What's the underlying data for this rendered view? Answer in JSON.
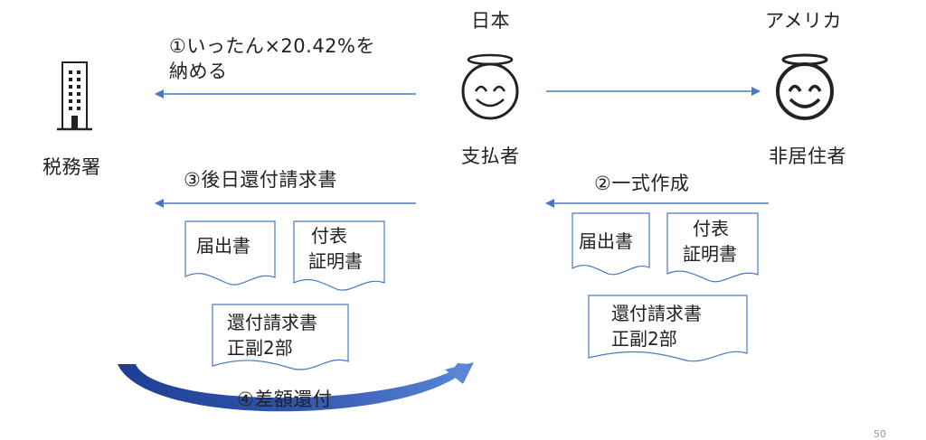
{
  "actors": {
    "tax_office": {
      "label": "税務署"
    },
    "payer": {
      "country": "日本",
      "label": "支払者"
    },
    "nonresident": {
      "country": "アメリカ",
      "label": "非居住者"
    }
  },
  "flows": {
    "step1": {
      "line1": "①いったん×20.42%を",
      "line2": "納める"
    },
    "step2": {
      "label": "②一式作成"
    },
    "step3": {
      "label": "③後日還付請求書"
    },
    "step4": {
      "label": "④差額還付"
    }
  },
  "documents": {
    "left": {
      "notification": "届出書",
      "attachment_line1": "付表",
      "attachment_line2": "証明書",
      "refund_line1": "還付請求書",
      "refund_line2": "正副2部"
    },
    "right": {
      "notification": "届出書",
      "attachment_line1": "付表",
      "attachment_line2": "証明書",
      "refund_line1": "還付請求書",
      "refund_line2": "正副2部"
    }
  },
  "colors": {
    "arrow": "#4a78c0",
    "curved_arrow_dark": "#1f3e93",
    "curved_arrow_light": "#5b86d6",
    "doc_stroke": "#4a78c0"
  },
  "footer": {
    "page_number": "50"
  }
}
